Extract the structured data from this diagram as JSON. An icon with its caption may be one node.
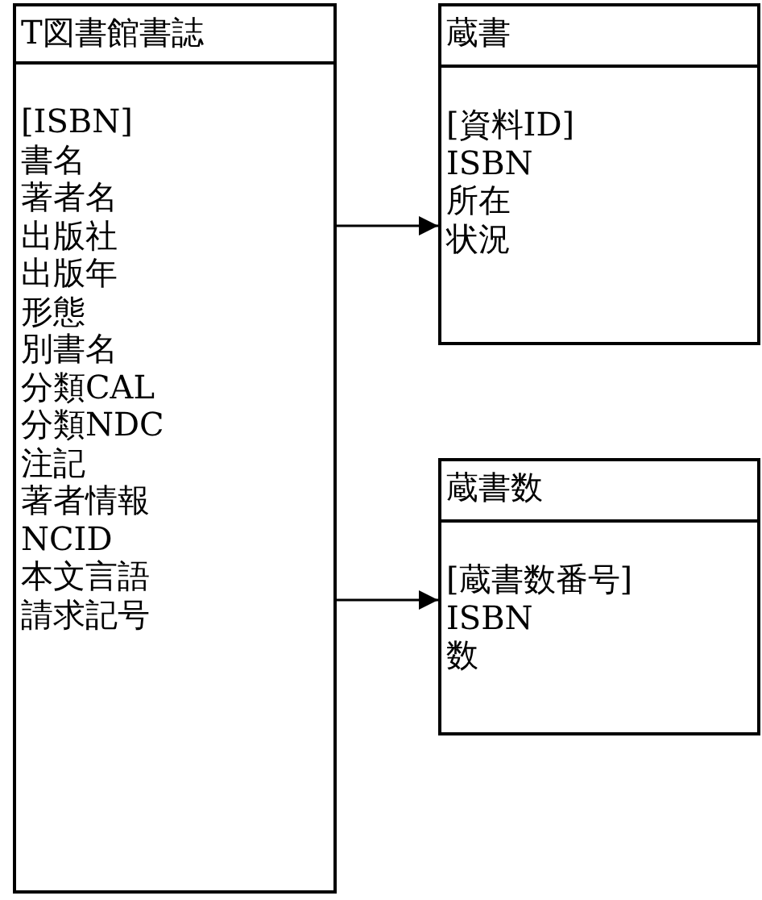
{
  "diagram": {
    "nodes": [
      {
        "text": [
          "T図書館書誌",
          "[ISBN]",
          "書名",
          "著者名",
          "出版社",
          "出版年",
          "形態",
          "別書名",
          "分類CAL",
          "分類NDC",
          "注記",
          "著者情報",
          "NCID",
          "本文言語",
          "請求記号"
        ]
      },
      {
        "text": [
          "蔵書",
          "[資料ID]",
          "ISBN",
          "所在",
          "状況"
        ]
      },
      {
        "text": [
          "蔵書数",
          "[蔵書数番号]",
          "ISBN",
          "数"
        ]
      }
    ],
    "edges": [
      {
        "from": 0,
        "to": 1,
        "arrow": "to"
      },
      {
        "from": 0,
        "to": 2,
        "arrow": "to"
      }
    ]
  }
}
